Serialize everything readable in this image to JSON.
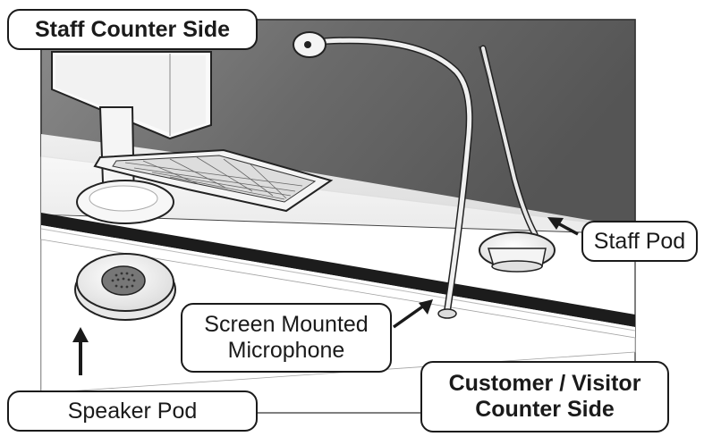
{
  "labels": {
    "staff_counter_side": "Staff Counter Side",
    "staff_pod": "Staff Pod",
    "screen_mounted_microphone_line1": "Screen Mounted",
    "screen_mounted_microphone_line2": "Microphone",
    "customer_visitor_line1": "Customer / Visitor",
    "customer_visitor_line2": "Counter Side",
    "speaker_pod": "Speaker Pod"
  },
  "colors": {
    "screen_glass": "#6b6b6b",
    "outline": "#1a1a1a",
    "counter": "#f2f2f2",
    "trim": "#1c1c1c",
    "background": "#ffffff"
  }
}
